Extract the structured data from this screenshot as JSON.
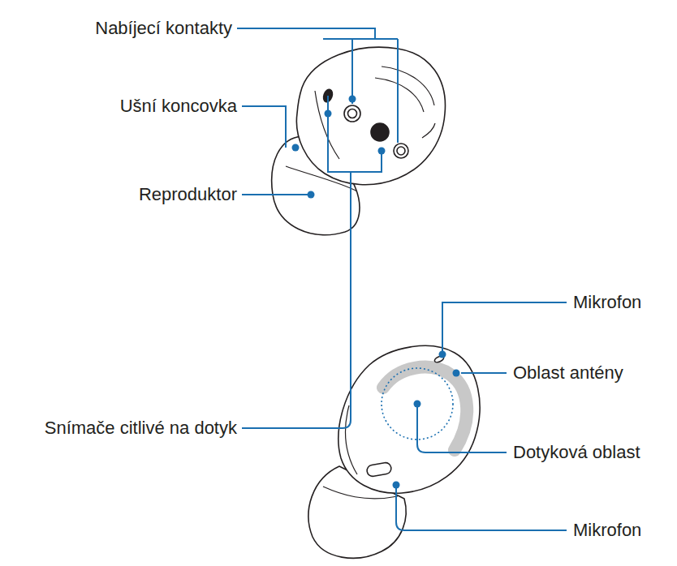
{
  "diagram": {
    "labels": [
      "Nabíjecí kontakty",
      "Ušní koncovka",
      "Reproduktor",
      "Snímače citlivé na dotyk",
      "Mikrofon",
      "Oblast antény",
      "Dotyková oblast",
      "Mikrofon"
    ]
  }
}
